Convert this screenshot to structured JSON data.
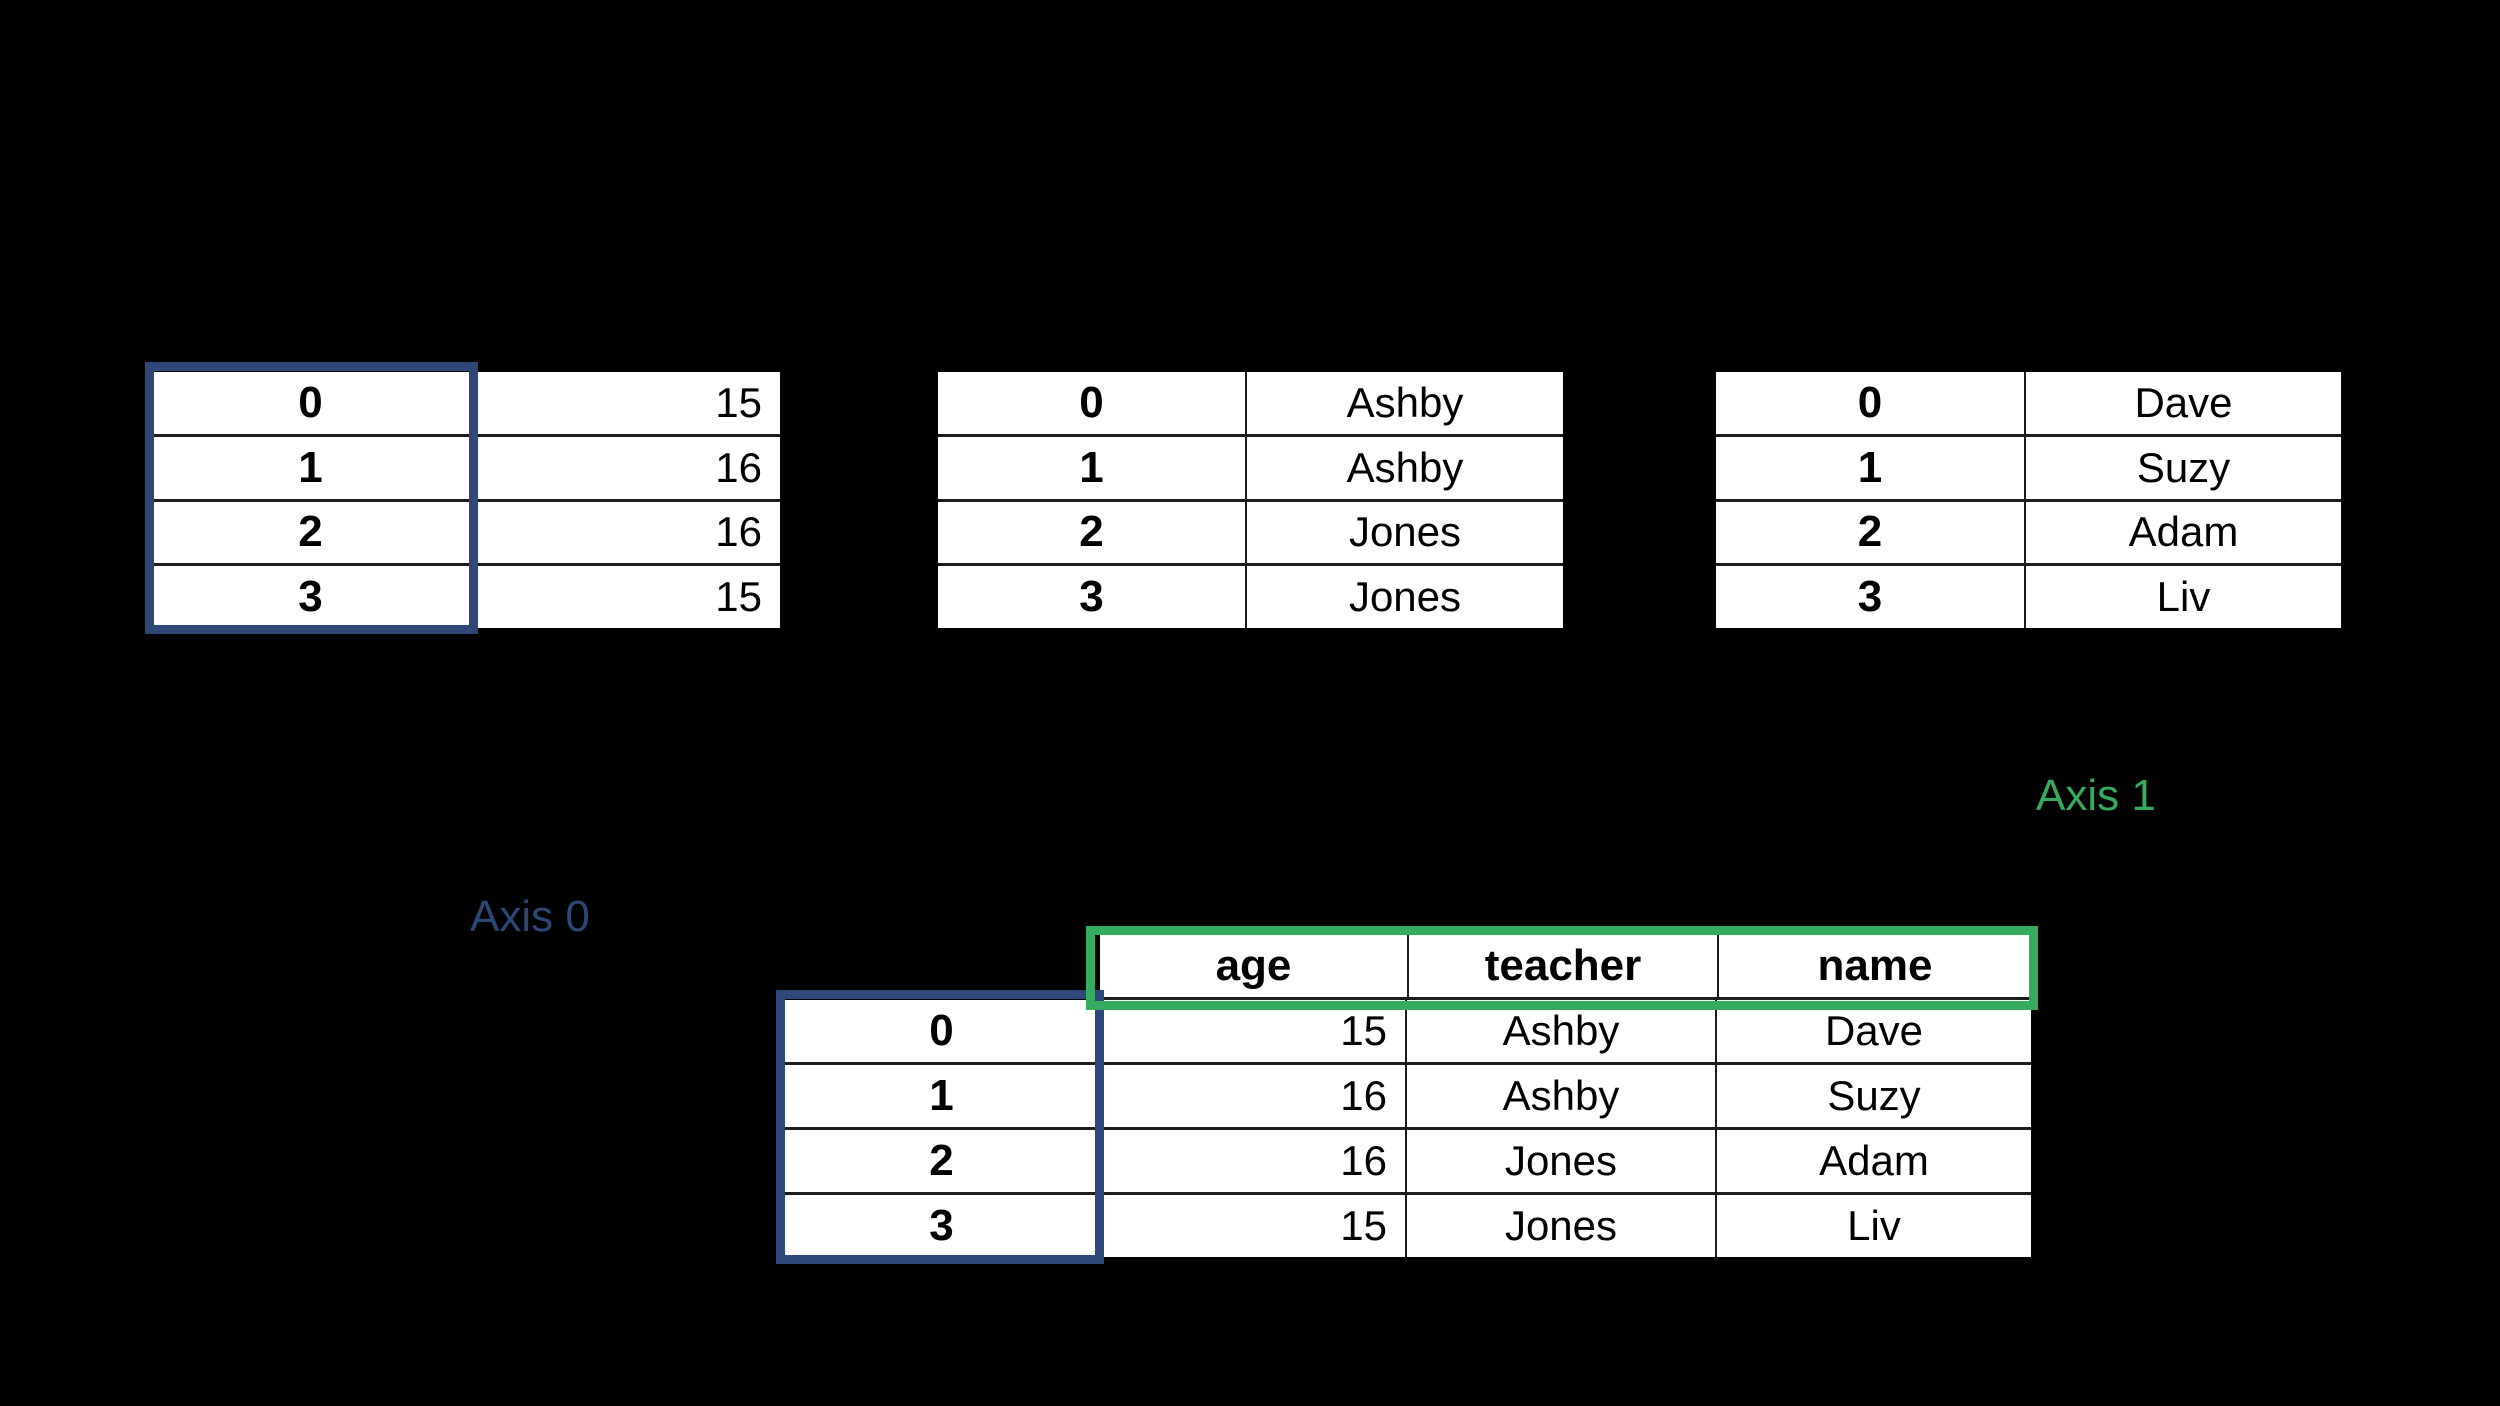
{
  "colors": {
    "background": "#000000",
    "cell_bg": "#ffffff",
    "grid_line": "#1c1c1c",
    "axis0_navy": "#2d4777",
    "axis1_green": "#35ab5d",
    "text": "#000000"
  },
  "labels": {
    "axis0": "Axis 0",
    "axis1": "Axis 1"
  },
  "series_tables": [
    {
      "id": "age",
      "rows": [
        {
          "index": "0",
          "value": "15"
        },
        {
          "index": "1",
          "value": "16"
        },
        {
          "index": "2",
          "value": "16"
        },
        {
          "index": "3",
          "value": "15"
        }
      ]
    },
    {
      "id": "teacher",
      "rows": [
        {
          "index": "0",
          "value": "Ashby"
        },
        {
          "index": "1",
          "value": "Ashby"
        },
        {
          "index": "2",
          "value": "Jones"
        },
        {
          "index": "3",
          "value": "Jones"
        }
      ]
    },
    {
      "id": "name",
      "rows": [
        {
          "index": "0",
          "value": "Dave"
        },
        {
          "index": "1",
          "value": "Suzy"
        },
        {
          "index": "2",
          "value": "Adam"
        },
        {
          "index": "3",
          "value": "Liv"
        }
      ]
    }
  ],
  "dataframe": {
    "columns": [
      "age",
      "teacher",
      "name"
    ],
    "rows": [
      {
        "index": "0",
        "age": "15",
        "teacher": "Ashby",
        "name": "Dave"
      },
      {
        "index": "1",
        "age": "16",
        "teacher": "Ashby",
        "name": "Suzy"
      },
      {
        "index": "2",
        "age": "16",
        "teacher": "Jones",
        "name": "Adam"
      },
      {
        "index": "3",
        "age": "15",
        "teacher": "Jones",
        "name": "Liv"
      }
    ]
  }
}
